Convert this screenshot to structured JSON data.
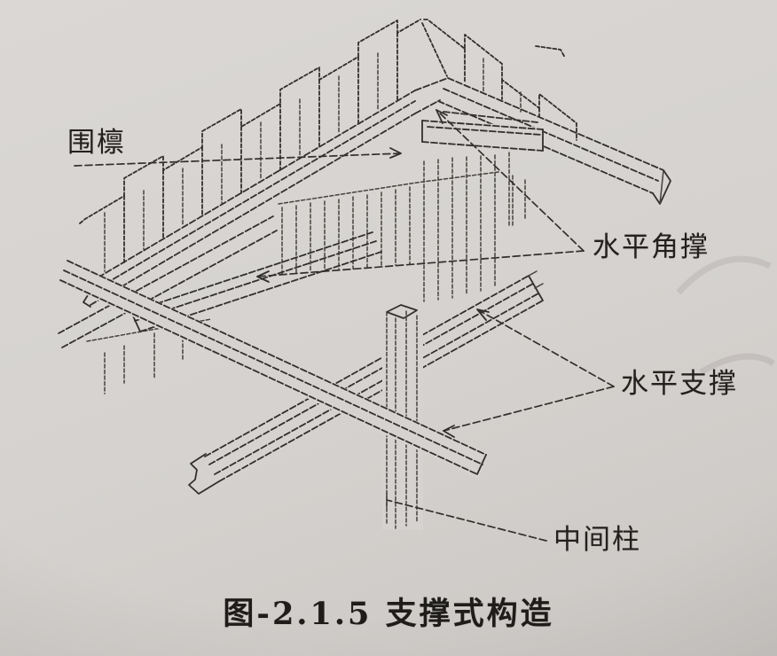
{
  "figure": {
    "labels": {
      "waler": "围檩",
      "corner_brace": "水平角撑",
      "horizontal_strut": "水平支撑",
      "middle_column": "中间柱"
    },
    "caption": "图-2.1.5 支撑式构造",
    "colors": {
      "paper": "#d5d2cf",
      "ink": "#32302c"
    }
  }
}
